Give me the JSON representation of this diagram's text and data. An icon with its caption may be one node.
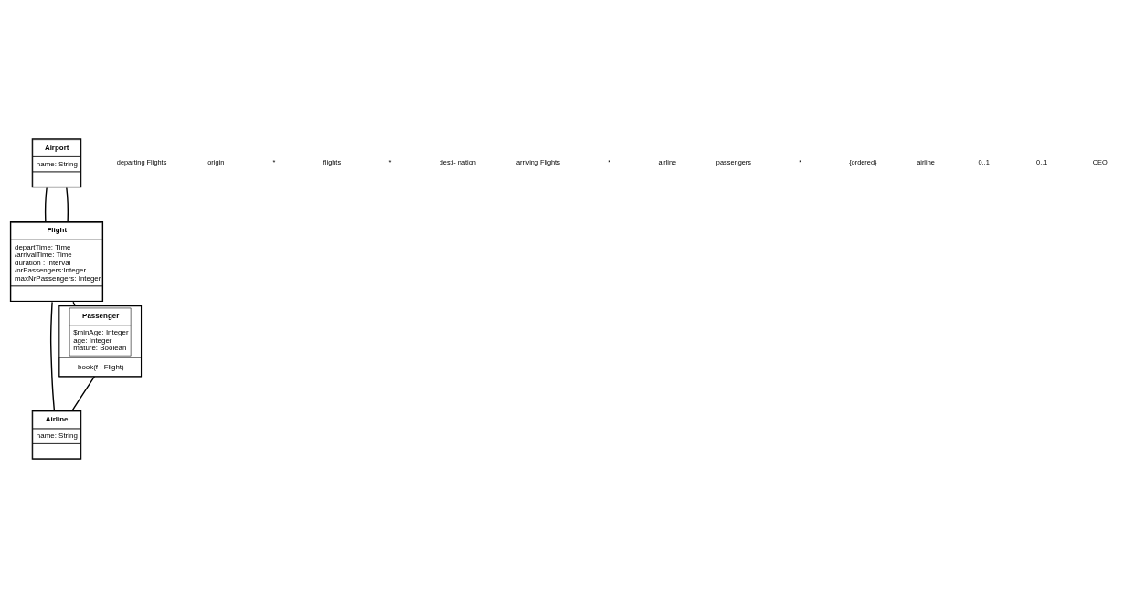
{
  "diagram": {
    "nodes": [
      {
        "text": [
          "Airport",
          "name: String"
        ]
      },
      {
        "text": [
          "Flight",
          "departTime: Time",
          "/arrivalTime: Time",
          "duration : Interval",
          "/nrPassengers:Integer",
          "maxNrPassengers: Integer"
        ]
      },
      {
        "text": [
          "Airline",
          "name: String"
        ]
      },
      {
        "text": [
          "Passenger",
          "$minAge: Integer",
          "age: Integer",
          "mature: Boolean"
        ]
      },
      {
        "text": [
          "book(f : Flight)"
        ],
        "in": 3
      }
    ],
    "edges": [
      {
        "from": 0,
        "to": 1,
        "arrow": "none"
      },
      {
        "from": 0,
        "to": 1,
        "arrow": "none"
      },
      {
        "from": 1,
        "to": 2,
        "arrow": "none"
      },
      {
        "from": 1,
        "to": 3,
        "arrow": "none"
      },
      {
        "from": 3,
        "to": 2,
        "arrow": "none"
      }
    ],
    "labels": [
      "departing Flights",
      "origin",
      "*",
      "flights",
      "*",
      "desti- nation",
      "arriving Flights",
      "*",
      "airline",
      "passengers",
      "*",
      "{ordered}",
      "airline",
      "0..1",
      "0..1",
      "CEO"
    ]
  }
}
